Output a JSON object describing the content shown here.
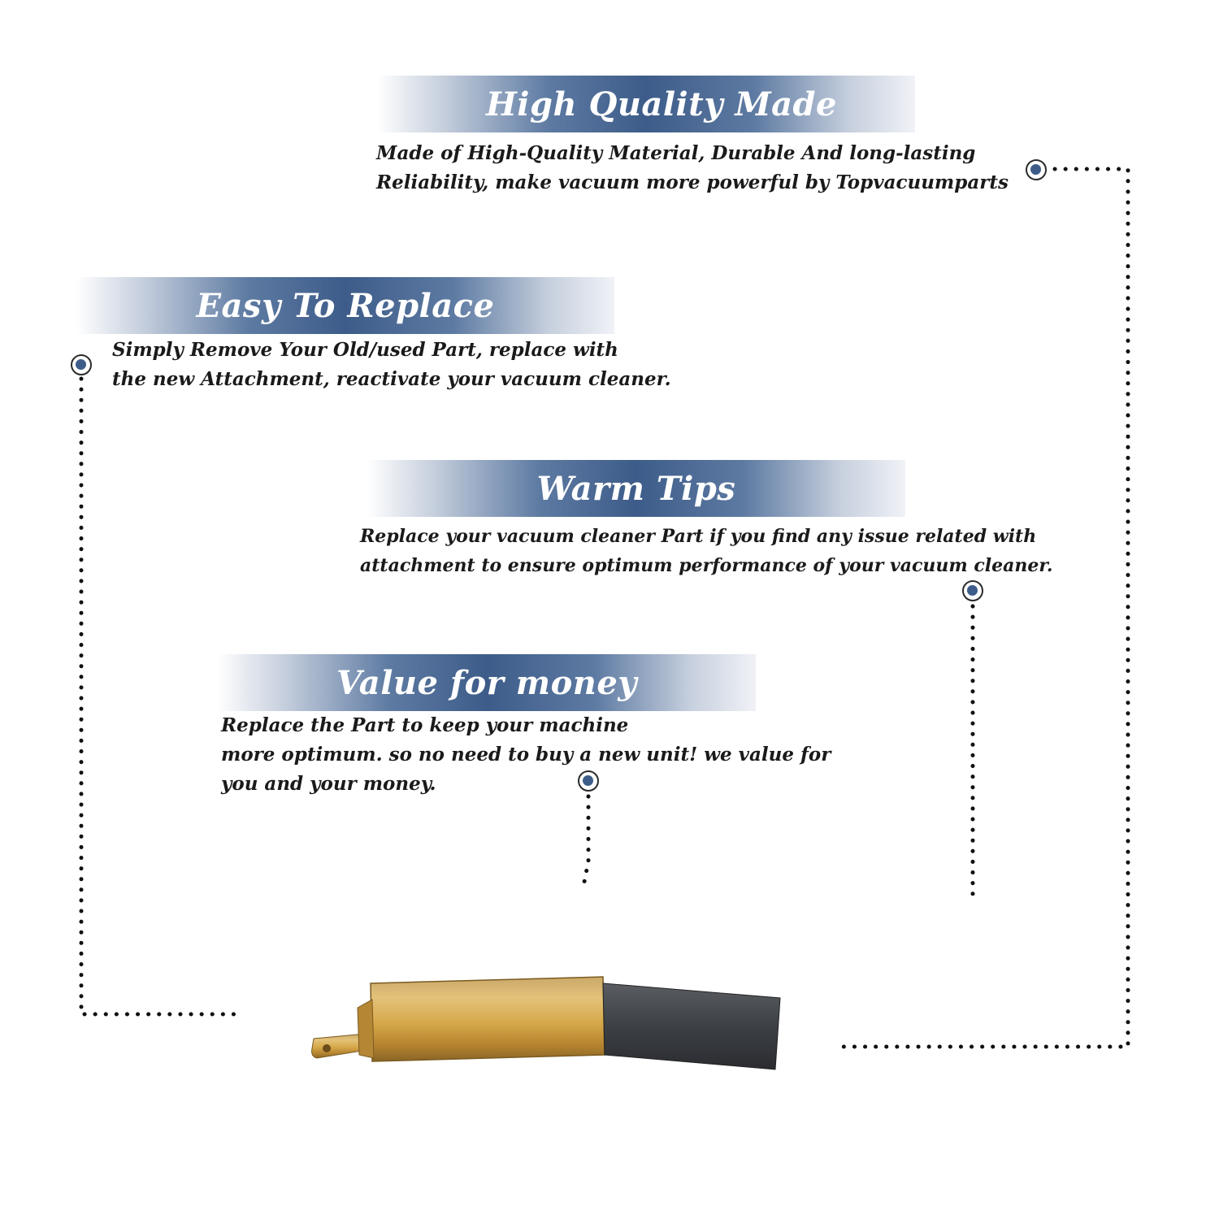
{
  "features": [
    {
      "title": "High Quality Made",
      "lines": [
        "Made of  High-Quality Material, Durable And long-lasting",
        "Reliability, make vacuum more powerful by Topvacuumparts"
      ]
    },
    {
      "title": "Easy To Replace",
      "lines": [
        "Simply Remove Your Old/used Part, replace with",
        "the new Attachment, reactivate your vacuum cleaner."
      ]
    },
    {
      "title": "Warm Tips",
      "lines": [
        "Replace your vacuum cleaner Part if you find any issue related with",
        " attachment to ensure optimum performance of your vacuum cleaner."
      ]
    },
    {
      "title": "Value for money",
      "lines": [
        "Replace the Part to keep your machine",
        "more optimum. so no need to buy a new unit! we value for",
        "you and your money."
      ]
    }
  ],
  "colors": {
    "banner_accent": "#3d5c89",
    "node_fill": "#3d5c89",
    "text": "#1a1a1a"
  },
  "product": {
    "icon": "carbon-brush-icon"
  }
}
